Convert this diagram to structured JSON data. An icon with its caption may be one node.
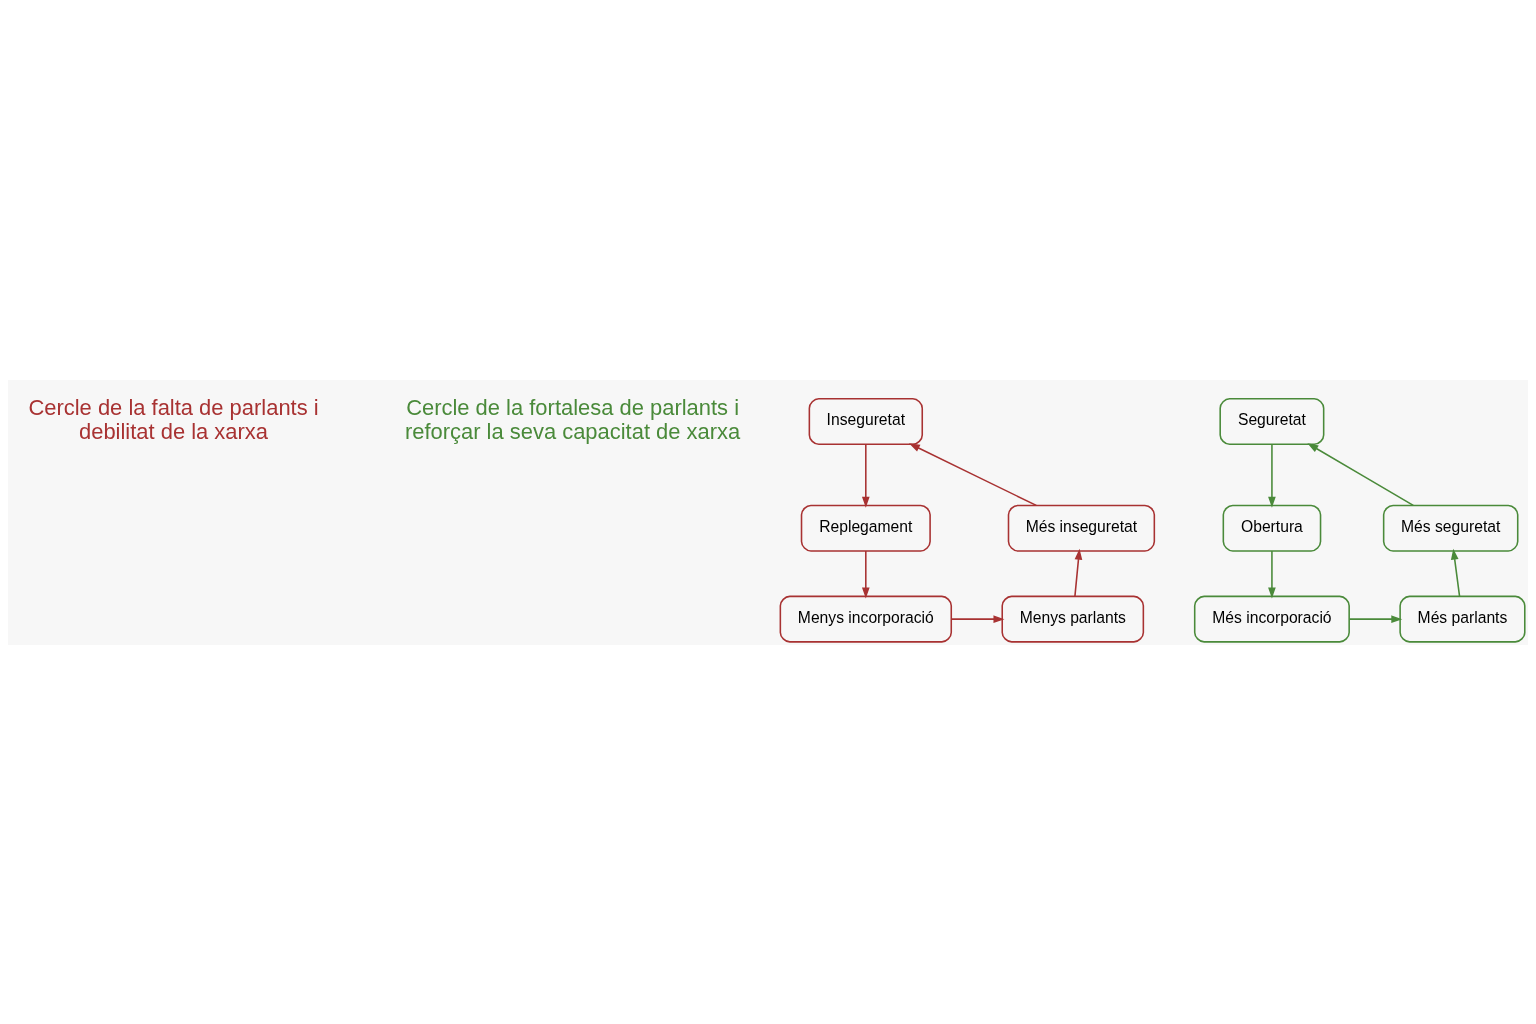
{
  "diagram": {
    "nodes": [
      {
        "text": [
          "Inseguretat"
        ]
      },
      {
        "text": [
          "Més inseguretat"
        ]
      },
      {
        "text": [
          "Replegament"
        ]
      },
      {
        "text": [
          "Menys parlants"
        ]
      },
      {
        "text": [
          "Menys incorporació"
        ]
      },
      {
        "text": [
          "Seguretat"
        ]
      },
      {
        "text": [
          "Més seguretat"
        ]
      },
      {
        "text": [
          "Obertura"
        ]
      },
      {
        "text": [
          "Més parlants"
        ]
      },
      {
        "text": [
          "Més incorporació"
        ]
      }
    ],
    "edges": [
      {
        "from": 0,
        "to": 2,
        "arrow": "to"
      },
      {
        "from": 2,
        "to": 4,
        "arrow": "to"
      },
      {
        "from": 4,
        "to": 3,
        "arrow": "to"
      },
      {
        "from": 3,
        "to": 1,
        "arrow": "to"
      },
      {
        "from": 1,
        "to": 0,
        "arrow": "to"
      },
      {
        "from": 5,
        "to": 7,
        "arrow": "to",
        "color": "#4a8a3a"
      },
      {
        "from": 7,
        "to": 9,
        "arrow": "to",
        "color": "#4a8a3a"
      },
      {
        "from": 9,
        "to": 8,
        "arrow": "to",
        "color": "#4a8a3a"
      },
      {
        "from": 8,
        "to": 6,
        "arrow": "to",
        "color": "#4a8a3a"
      },
      {
        "from": 6,
        "to": 5,
        "arrow": "to",
        "color": "#4a8a3a"
      }
    ],
    "labels": [
      "Cercle de la falta de parlants i debilitat de la xarxa",
      "Cercle de la fortalesa de parlants i reforçar la seva capacitat de xarxa"
    ]
  }
}
